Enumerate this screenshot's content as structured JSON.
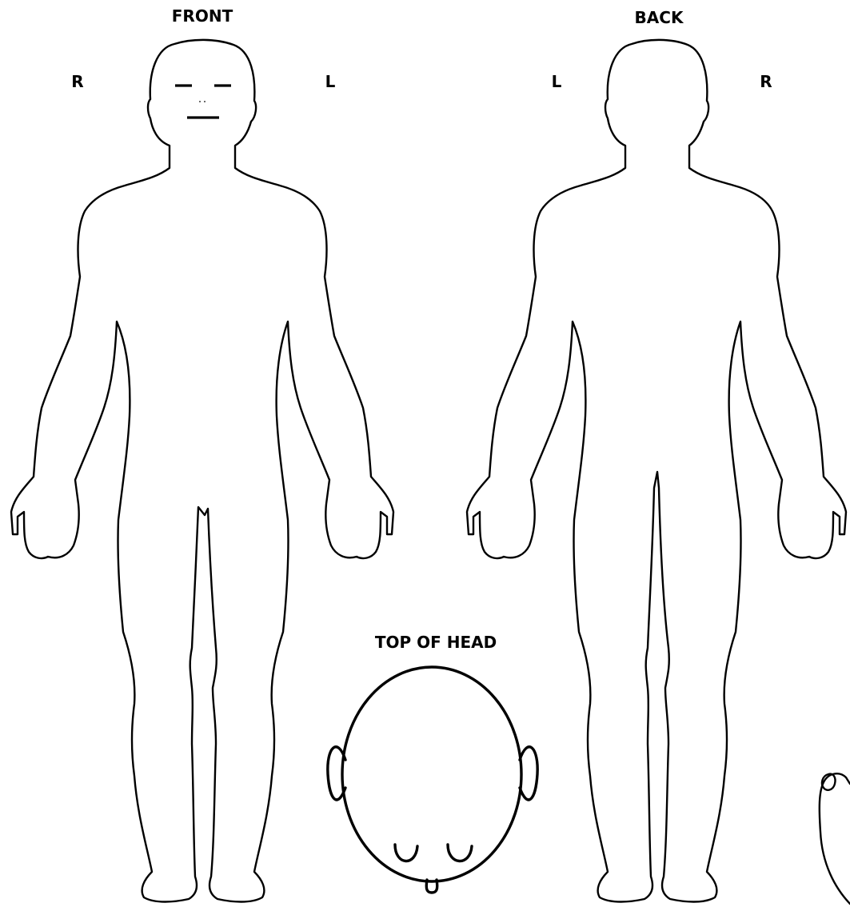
{
  "front": {
    "title": "FRONT",
    "side_left": "R",
    "side_right": "L"
  },
  "back": {
    "title": "BACK",
    "side_left": "L",
    "side_right": "R"
  },
  "top_of_head": {
    "title": "TOP OF HEAD"
  },
  "colors": {
    "line": "#000000",
    "background": "#ffffff"
  }
}
